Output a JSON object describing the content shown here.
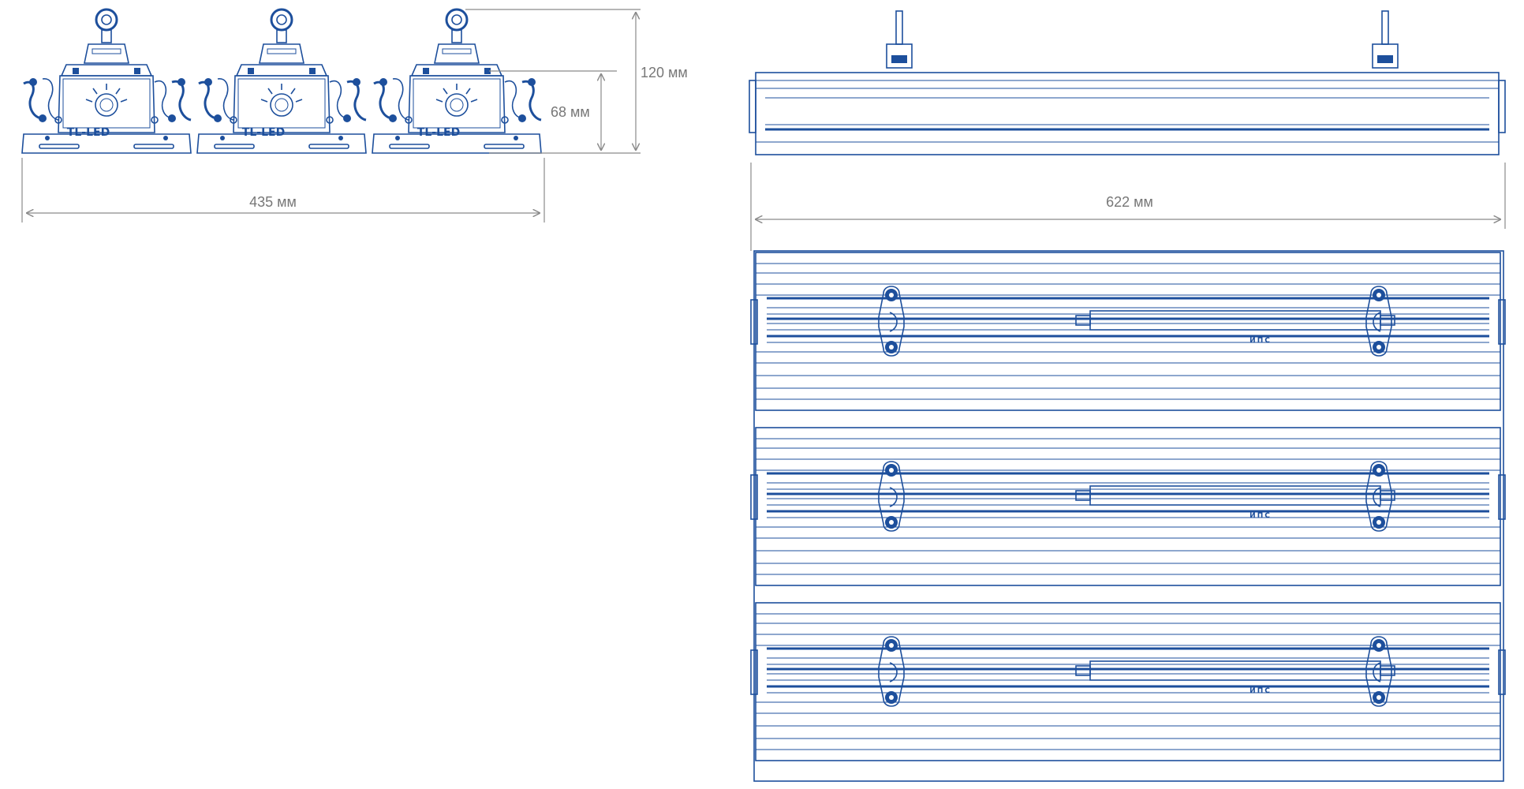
{
  "dimensions": {
    "total_height": "120 мм",
    "body_height": "68 мм",
    "width_front": "435 мм",
    "length": "622 мм"
  },
  "logo": {
    "text": "TL-LED"
  },
  "labels": {
    "driver": "ИПС"
  },
  "colors": {
    "line": "#1d4f9c",
    "dimension": "#8a8a8a"
  },
  "counts": {
    "modules": 3
  }
}
